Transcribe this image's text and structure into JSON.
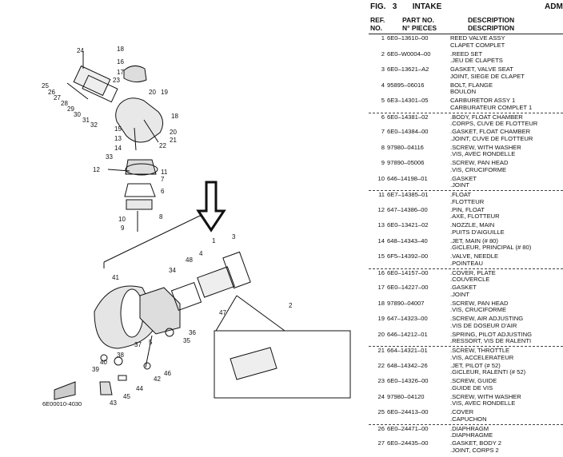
{
  "figure": {
    "fig_label": "FIG.",
    "fig_number": "3",
    "title": "INTAKE",
    "side_text": "ADMIS"
  },
  "columns": {
    "ref_1": "REF.",
    "ref_2": "NO.",
    "part_1": "PART NO.",
    "part_2": "N° PIECES",
    "desc_1": "DESCRIPTION",
    "desc_2": "DESCRIPTION"
  },
  "parts": [
    {
      "no": "1",
      "part": "6E0–13610–00",
      "en": "REED VALVE ASSY",
      "fr": "CLAPET COMPLET",
      "dash": false
    },
    {
      "no": "2",
      "part": "6E0–W0004–00",
      "en": ".REED SET",
      "fr": ".JEU DE CLAPETS",
      "dash": false
    },
    {
      "no": "3",
      "part": "6E0–13621–A2",
      "en": "GASKET, VALVE SEAT",
      "fr": "JOINT, SIEGE DE CLAPET",
      "dash": false
    },
    {
      "no": "4",
      "part": "95895–06016",
      "en": "BOLT, FLANGE",
      "fr": "BOULON",
      "dash": false
    },
    {
      "no": "5",
      "part": "6E3–14301–05",
      "en": "CARBURETOR ASSY 1",
      "fr": "CARBURATEUR COMPLET 1",
      "dash": false
    },
    {
      "no": "6",
      "part": "6E0–14381–02",
      "en": ".BODY, FLOAT CHAMBER",
      "fr": ".CORPS, CUVE DE FLOTTEUR",
      "dash": true
    },
    {
      "no": "7",
      "part": "6E0–14384–00",
      "en": ".GASKET, FLOAT CHAMBER",
      "fr": ".JOINT, CUVE DE FLOTTEUR",
      "dash": false
    },
    {
      "no": "8",
      "part": "97980–04116",
      "en": ".SCREW, WITH WASHER",
      "fr": ".VIS, AVEC RONDELLE",
      "dash": false
    },
    {
      "no": "9",
      "part": "97890–05006",
      "en": ".SCREW, PAN HEAD",
      "fr": ".VIS, CRUCIFORME",
      "dash": false
    },
    {
      "no": "10",
      "part": "646–14198–01",
      "en": ".GASKET",
      "fr": ".JOINT",
      "dash": false
    },
    {
      "no": "11",
      "part": "6E7–14385–01",
      "en": ".FLOAT",
      "fr": ".FLOTTEUR",
      "dash": true
    },
    {
      "no": "12",
      "part": "647–14386–00",
      "en": ".PIN, FLOAT",
      "fr": ".AXE, FLOTTEUR",
      "dash": false
    },
    {
      "no": "13",
      "part": "6E0–13421–02",
      "en": ".NOZZLE, MAIN",
      "fr": ".PUITS D'AIGUILLE",
      "dash": false
    },
    {
      "no": "14",
      "part": "648–14343–40",
      "en": ".JET, MAIN (# 80)",
      "fr": ".GICLEUR, PRINCIPAL (# 80)",
      "dash": false
    },
    {
      "no": "15",
      "part": "6F5–14392–00",
      "en": ".VALVE, NEEDLE",
      "fr": ".POINTEAU",
      "dash": false
    },
    {
      "no": "16",
      "part": "6E0–14157–00",
      "en": ".COVER, PLATE",
      "fr": ".COUVERCLE",
      "dash": true
    },
    {
      "no": "17",
      "part": "6E0–14227–00",
      "en": ".GASKET",
      "fr": ".JOINT",
      "dash": false
    },
    {
      "no": "18",
      "part": "97890–04007",
      "en": ".SCREW, PAN HEAD",
      "fr": ".VIS, CRUCIFORME",
      "dash": false
    },
    {
      "no": "19",
      "part": "647–14323–00",
      "en": ".SCREW, AIR ADJUSTING",
      "fr": ".VIS DE DOSEUR D'AIR",
      "dash": false
    },
    {
      "no": "20",
      "part": "646–14212–01",
      "en": ".SPRING, PILOT ADJUSTING",
      "fr": ".RESSORT, VIS DE RALENTI",
      "dash": false
    },
    {
      "no": "21",
      "part": "664–14321–01",
      "en": ".SCREW, THROTTLE",
      "fr": ".VIS, ACCELERATEUR",
      "dash": true
    },
    {
      "no": "22",
      "part": "648–14342–26",
      "en": ".JET, PILOT (# 52)",
      "fr": ".GICLEUR, RALENTI (# 52)",
      "dash": false
    },
    {
      "no": "23",
      "part": "6E0–14326–00",
      "en": ".SCREW, GUIDE",
      "fr": ".GUIDE DE VIS",
      "dash": false
    },
    {
      "no": "24",
      "part": "97980–04120",
      "en": ".SCREW, WITH WASHER",
      "fr": ".VIS, AVEC RONDELLE",
      "dash": false
    },
    {
      "no": "25",
      "part": "6E0–24413–00",
      "en": ".COVER",
      "fr": ".CAPUCHON",
      "dash": false
    },
    {
      "no": "26",
      "part": "6E0–24471–00",
      "en": ".DIAPHRAGM",
      "fr": ".DIAPHRAGME",
      "dash": true
    },
    {
      "no": "27",
      "part": "6E0–24435–00",
      "en": ".GASKET, BODY 2",
      "fr": ".JOINT, CORPS 2",
      "dash": false
    }
  ],
  "diagram": {
    "callouts": [
      "24",
      "18",
      "16",
      "17",
      "23",
      "25",
      "26",
      "27",
      "28",
      "29",
      "30",
      "31",
      "32",
      "20",
      "19",
      "18",
      "15",
      "13",
      "14",
      "21",
      "22",
      "20",
      "33",
      "12",
      "11",
      "7",
      "6",
      "10",
      "8",
      "9",
      "1",
      "3",
      "34",
      "48",
      "4",
      "41",
      "2",
      "47",
      "36",
      "35",
      "5",
      "37",
      "38",
      "40",
      "39",
      "46",
      "42",
      "44",
      "45",
      "43"
    ],
    "code": "6E00010-4030"
  }
}
